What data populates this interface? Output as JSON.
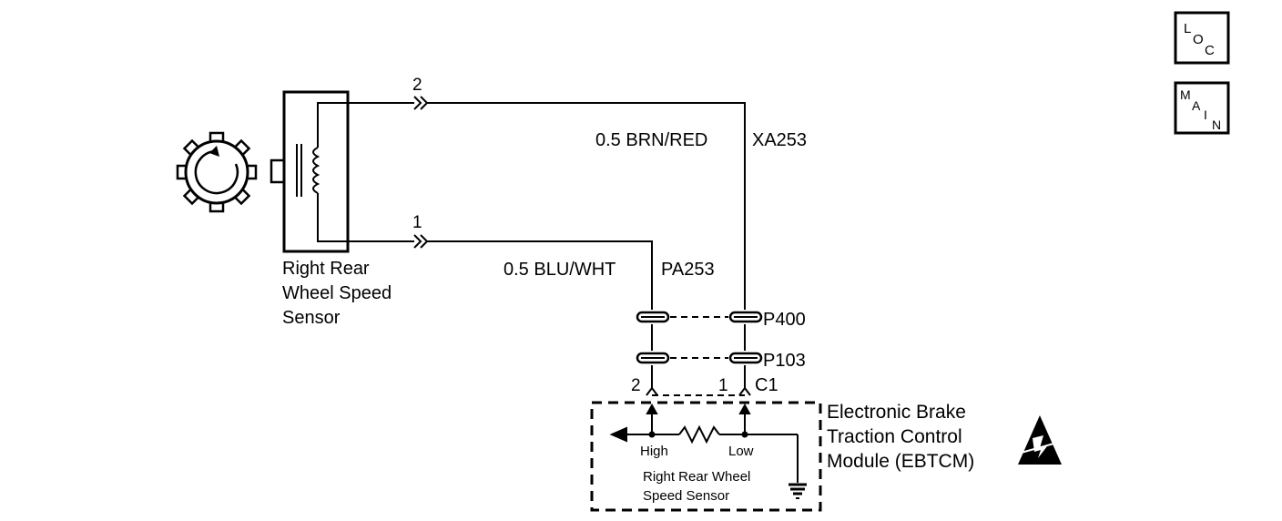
{
  "navigation": {
    "loc_button": {
      "letters": [
        "L",
        "O",
        "C"
      ]
    },
    "main_button": {
      "letters": [
        "M",
        "A",
        "I",
        "N"
      ]
    }
  },
  "sensor": {
    "label_lines": [
      "Right Rear",
      "Wheel Speed",
      "Sensor"
    ]
  },
  "terminals": {
    "sensor_pin_2": "2",
    "sensor_pin_1": "1",
    "module_pin_2": "2",
    "module_pin_1": "1"
  },
  "wires": {
    "upper_wire": "0.5 BRN/RED",
    "upper_circuit": "XA253",
    "lower_wire": "0.5 BLU/WHT",
    "lower_circuit": "PA253"
  },
  "connectors": {
    "inline_upper": "P400",
    "inline_lower": "P103",
    "module_connector": "C1"
  },
  "module": {
    "label_lines": [
      "Electronic Brake",
      "Traction Control",
      "Module (EBTCM)"
    ],
    "high_label": "High",
    "low_label": "Low",
    "internal_label_lines": [
      "Right Rear Wheel",
      "Speed Sensor"
    ]
  },
  "icons": [
    "loc-nav-icon",
    "main-nav-icon",
    "tone-wheel-icon",
    "esd-warning-icon",
    "ground-icon",
    "resistor-icon"
  ]
}
